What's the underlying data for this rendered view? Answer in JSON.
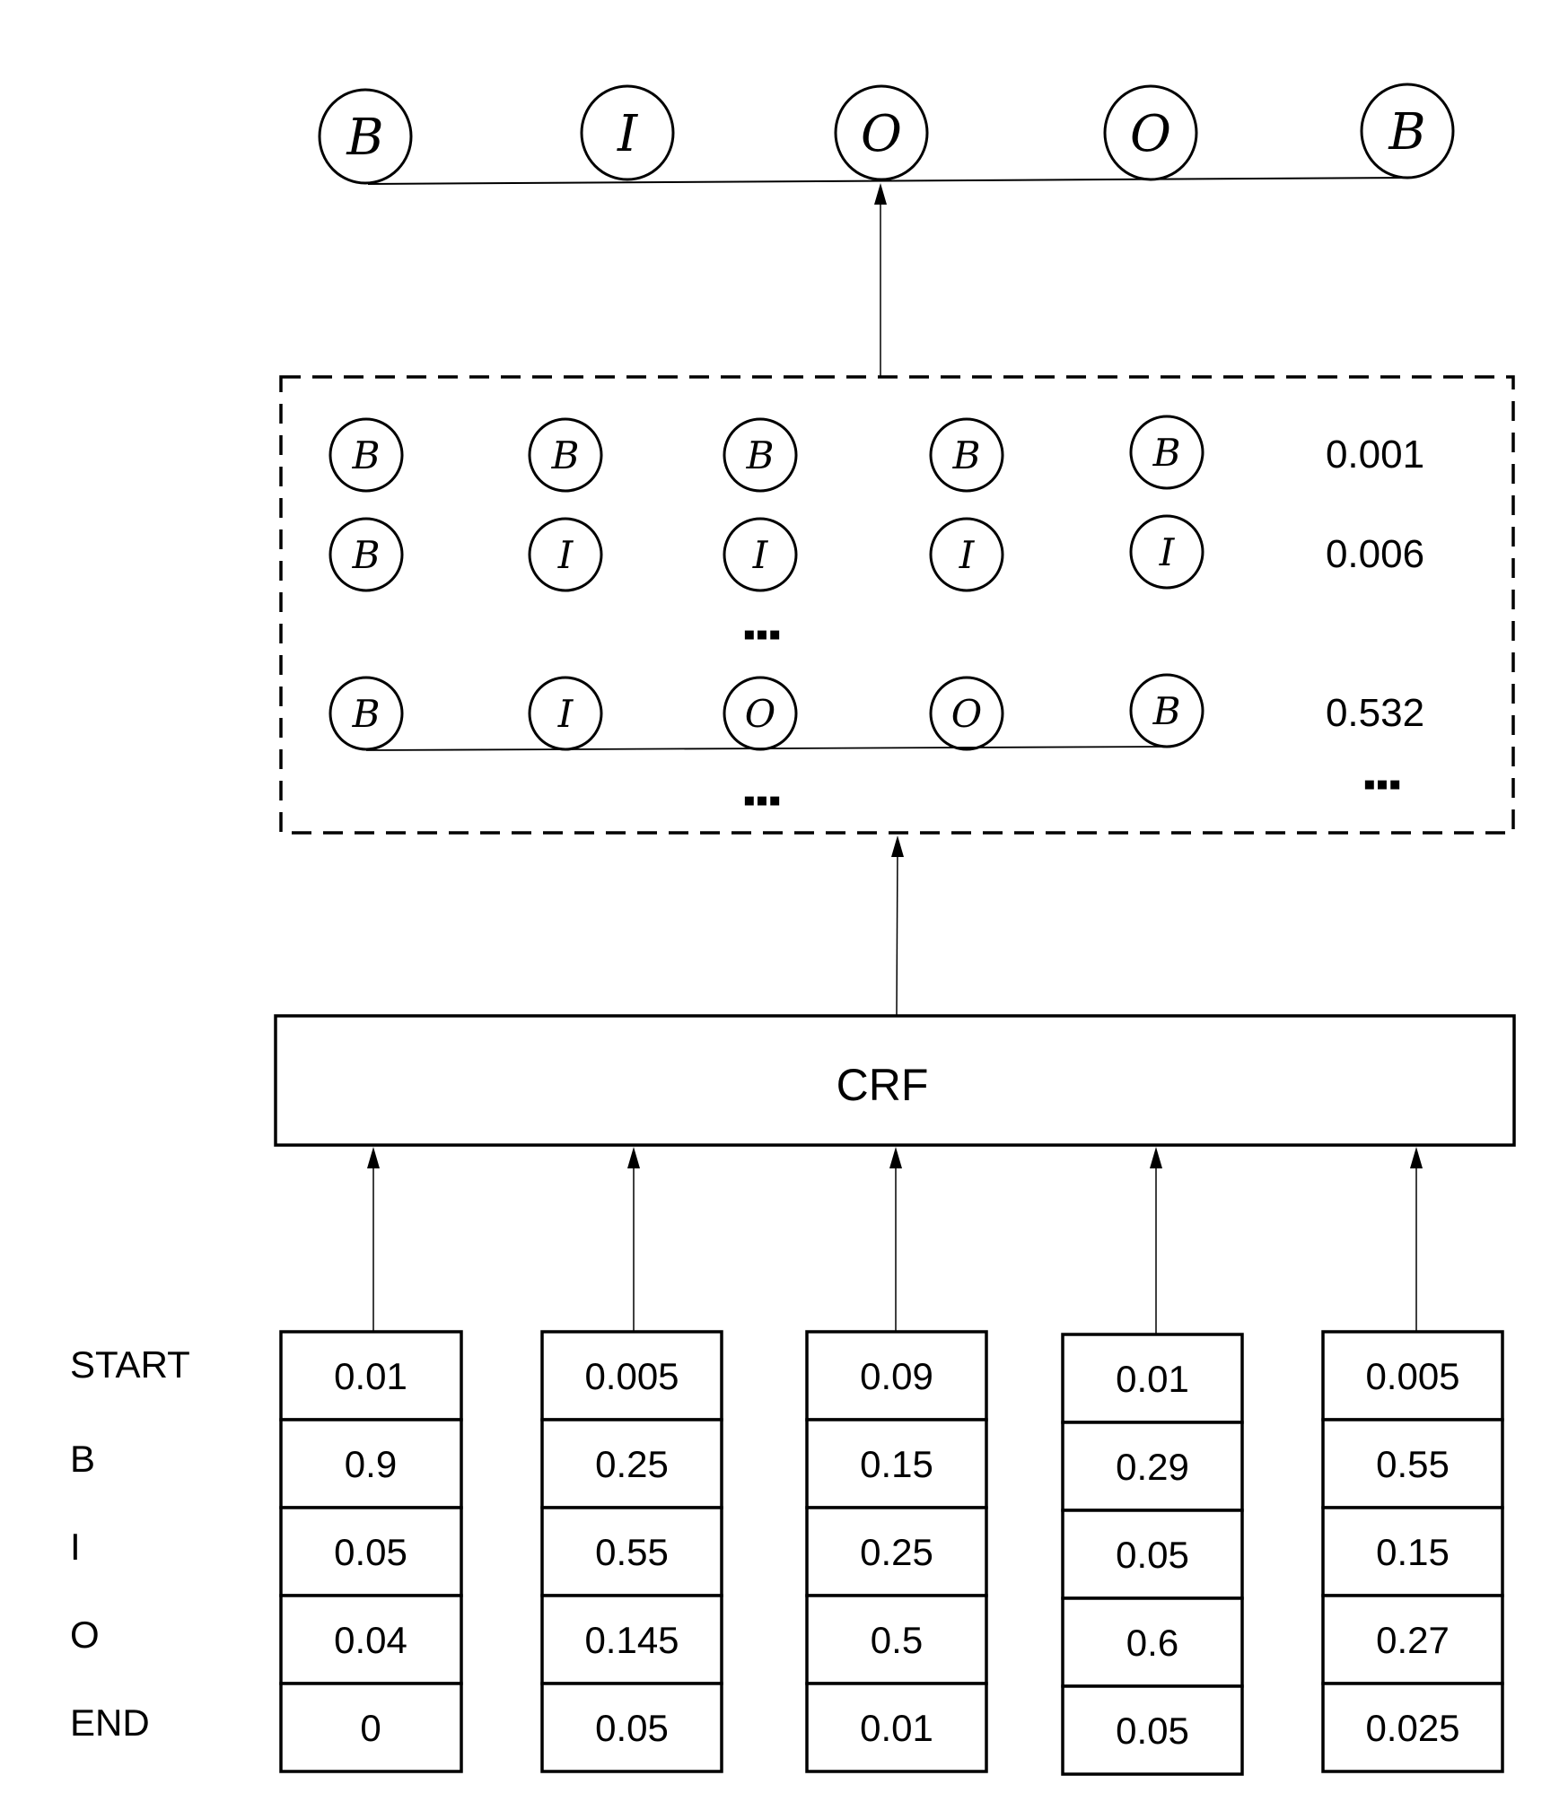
{
  "output_sequence": {
    "tags": [
      "B",
      "I",
      "O",
      "O",
      "B"
    ]
  },
  "candidate_paths": {
    "rows": [
      {
        "tags": [
          "B",
          "B",
          "B",
          "B",
          "B"
        ],
        "score": "0.001"
      },
      {
        "tags": [
          "B",
          "I",
          "I",
          "I",
          "I"
        ],
        "score": "0.006"
      },
      {
        "tags": [
          "B",
          "I",
          "O",
          "O",
          "B"
        ],
        "score": "0.532"
      }
    ],
    "ellipsis": "▪▪▪"
  },
  "crf": {
    "label": "CRF"
  },
  "emission": {
    "row_labels": [
      "START",
      "B",
      "I",
      "O",
      "END"
    ],
    "columns": [
      [
        "0.01",
        "0.9",
        "0.05",
        "0.04",
        "0"
      ],
      [
        "0.005",
        "0.25",
        "0.55",
        "0.145",
        "0.05"
      ],
      [
        "0.09",
        "0.15",
        "0.25",
        "0.5",
        "0.01"
      ],
      [
        "0.01",
        "0.29",
        "0.05",
        "0.6",
        "0.05"
      ],
      [
        "0.005",
        "0.55",
        "0.15",
        "0.27",
        "0.025"
      ]
    ]
  }
}
